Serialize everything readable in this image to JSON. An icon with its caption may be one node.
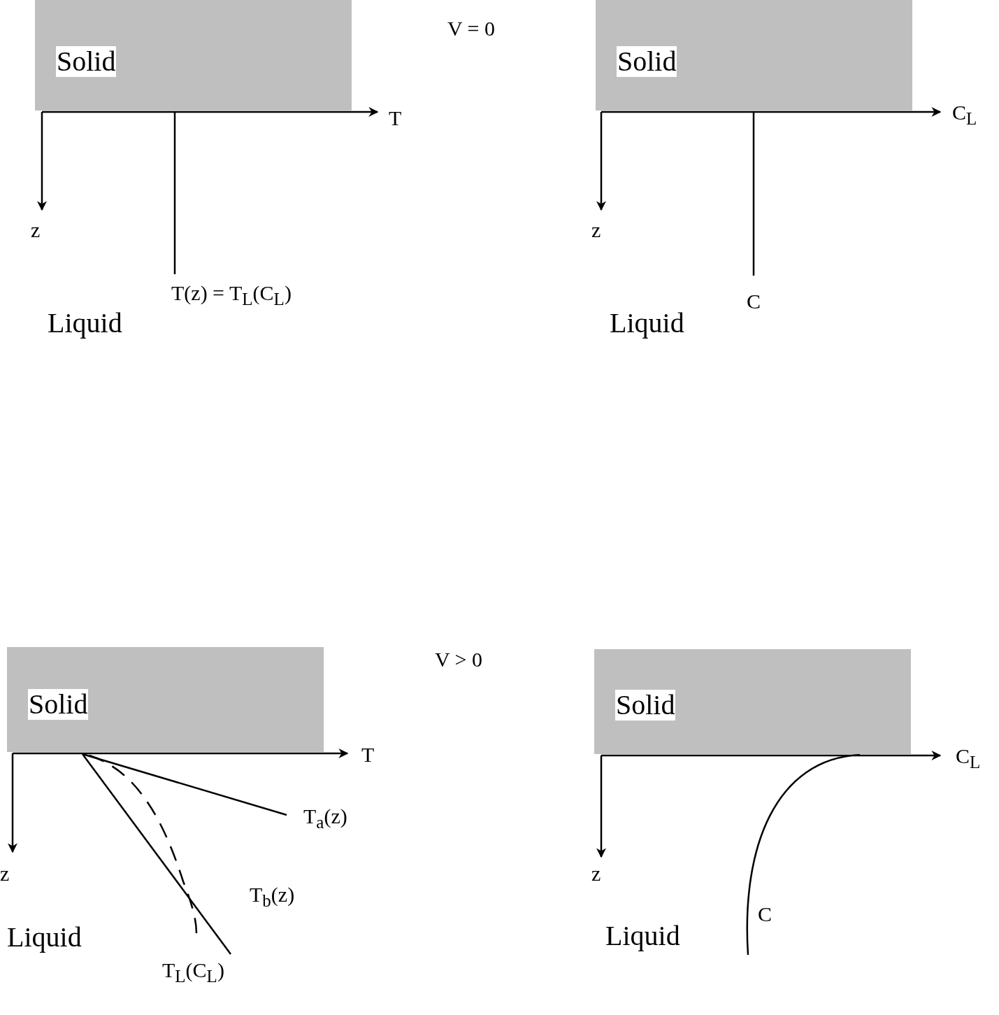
{
  "diagram": {
    "nodes": [
      {
        "text": [
          "Solid"
        ]
      },
      {
        "text": [
          "Solid"
        ]
      },
      {
        "text": [
          "Solid"
        ]
      },
      {
        "text": [
          "Solid"
        ]
      }
    ],
    "labels": [
      "V = 0",
      "T",
      "C$_{L}$",
      "z",
      "z",
      "T(z) =  T$_{L}$(C$_{L}$)",
      "C",
      "Liquid",
      "Liquid",
      "V > 0",
      "T",
      "C$_{L}$",
      "T$_{a}$(z)",
      "z",
      "z",
      "T$_{b}$(z)",
      "C",
      "Liquid",
      "T$_{L}$(C$_{L}$)",
      "Liquid"
    ]
  }
}
